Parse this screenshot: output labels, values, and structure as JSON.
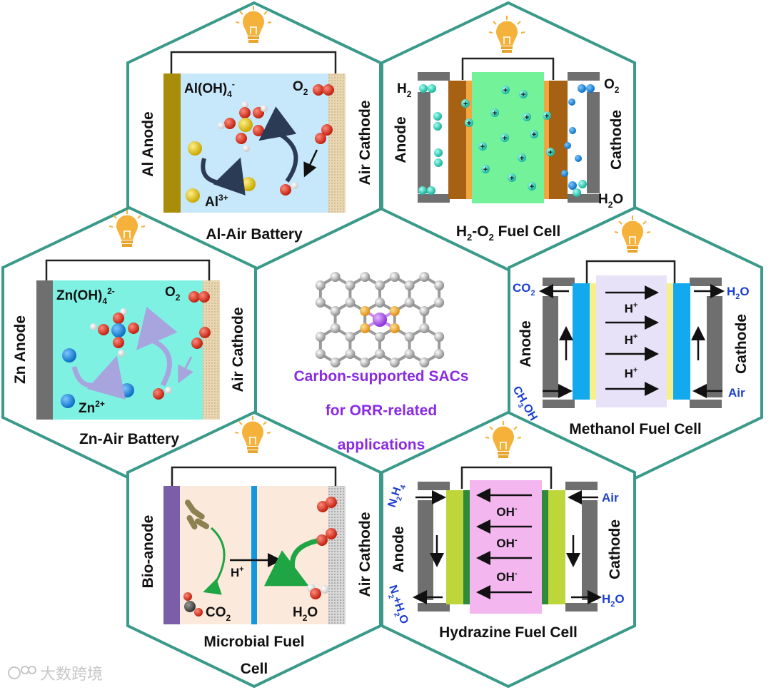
{
  "center": {
    "line1": "Carbon-supported SACs",
    "line2": "for ORR-related",
    "line3": "applications"
  },
  "al_air": {
    "title": "Al-Air Battery",
    "anode": "Al Anode",
    "cathode": "Air Cathode",
    "complex": "Al(OH)",
    "complex_sub": "4",
    "complex_sup": "-",
    "ion": "Al",
    "ion_sup": "3+",
    "o2": "O",
    "o2_sub": "2"
  },
  "h2o2": {
    "title_a": "H",
    "title_sub1": "2",
    "title_b": "-O",
    "title_sub2": "2",
    "title_c": " Fuel Cell",
    "anode": "Anode",
    "cathode": "Cathode",
    "h2": "H",
    "h2_sub": "2",
    "o2": "O",
    "o2_sub": "2",
    "h2o_a": "H",
    "h2o_sub": "2",
    "h2o_b": "O",
    "plus": "+"
  },
  "zn_air": {
    "title": "Zn-Air Battery",
    "anode": "Zn Anode",
    "cathode": "Air Cathode",
    "complex": "Zn(OH)",
    "complex_sub": "4",
    "complex_sup": "2-",
    "ion": "Zn",
    "ion_sup": "2+",
    "o2": "O",
    "o2_sub": "2"
  },
  "methanol": {
    "title": "Methanol Fuel Cell",
    "anode": "Anode",
    "cathode": "Cathode",
    "co2": "CO",
    "co2_sub": "2",
    "h2o": "H",
    "h2o_sub": "2",
    "h2o_b": "O",
    "ch3oh_a": "CH",
    "ch3oh_sub": "3",
    "ch3oh_b": "OH",
    "air": "Air",
    "proton": "H",
    "proton_sup": "+"
  },
  "microbial": {
    "title_l1": "Microbial Fuel",
    "title_l2": "Cell",
    "anode": "Bio-anode",
    "cathode": "Air Cathode",
    "proton": "H",
    "proton_sup": "+",
    "co2": "CO",
    "co2_sub": "2",
    "h2o": "H",
    "h2o_sub": "2",
    "h2o_b": "O"
  },
  "hydrazine": {
    "title": "Hydrazine Fuel Cell",
    "anode": "Anode",
    "cathode": "Cathode",
    "n2h4_a": "N",
    "n2h4_sub1": "2",
    "n2h4_b": "H",
    "n2h4_sub2": "4",
    "air": "Air",
    "h2o": "H",
    "h2o_sub": "2",
    "h2o_b": "O",
    "out_a": "N",
    "out_sub1": "2",
    "out_b": "+H",
    "out_sub2": "2",
    "out_c": "O",
    "hydroxide": "OH",
    "hydroxide_sup": "-"
  },
  "watermark": "大数跨境",
  "colors": {
    "hex_border": "#3a9a8a",
    "center_text": "#8a2be2",
    "label_blue": "#1c3fd1",
    "bulb": "#f4b23a"
  }
}
